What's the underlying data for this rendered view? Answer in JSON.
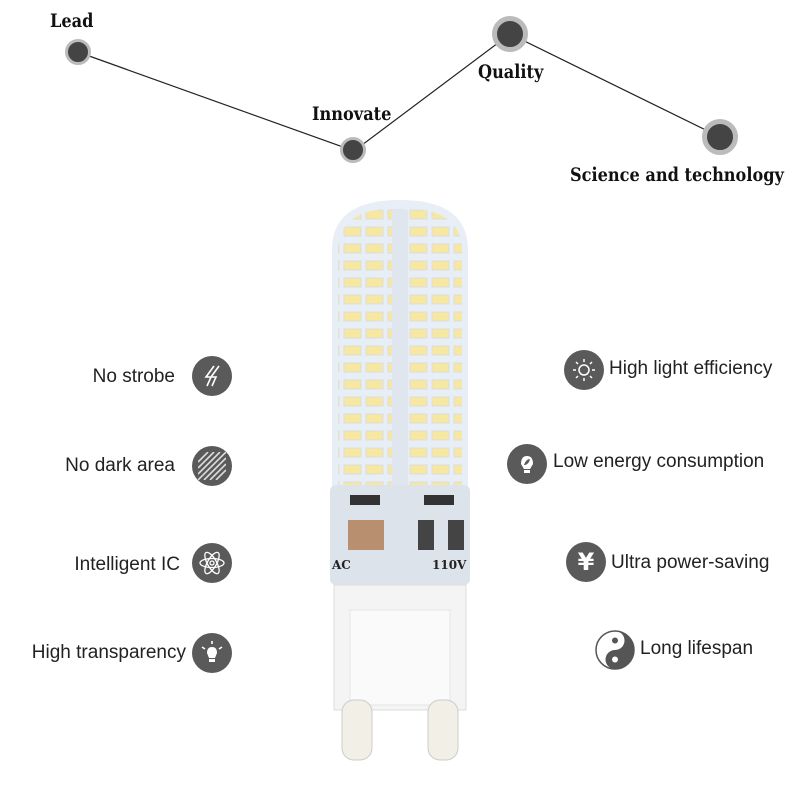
{
  "header": {
    "nodes": [
      "Lead",
      "Innovate",
      "Quality",
      "Science and technology"
    ]
  },
  "left_features": [
    {
      "label": "No strobe",
      "icon": "lightning-icon"
    },
    {
      "label": "No dark area",
      "icon": "stripes-icon"
    },
    {
      "label": "Intelligent IC",
      "icon": "atom-icon"
    },
    {
      "label": "High transparency",
      "icon": "bulb-icon"
    }
  ],
  "right_features": [
    {
      "label": "High light efficiency",
      "icon": "sun-icon"
    },
    {
      "label": "Low energy consumption",
      "icon": "leaf-bulb-icon"
    },
    {
      "label": "Ultra power-saving",
      "icon": "yen-icon"
    },
    {
      "label": "Long lifespan",
      "icon": "yin-yang-icon"
    }
  ],
  "bulb": {
    "label_ac": "AC",
    "label_voltage": "110V"
  }
}
